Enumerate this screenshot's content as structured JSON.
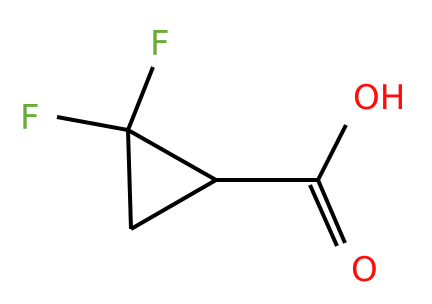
{
  "molecule": {
    "atoms": [
      {
        "id": "F1",
        "label": "F",
        "color": "#6bab3a"
      },
      {
        "id": "F2",
        "label": "F",
        "color": "#6bab3a"
      },
      {
        "id": "O_hydroxyl",
        "label": "OH",
        "color": "#ff0d0d"
      },
      {
        "id": "O_carbonyl",
        "label": "O",
        "color": "#ff0d0d"
      }
    ],
    "bond_color": "#000000"
  }
}
